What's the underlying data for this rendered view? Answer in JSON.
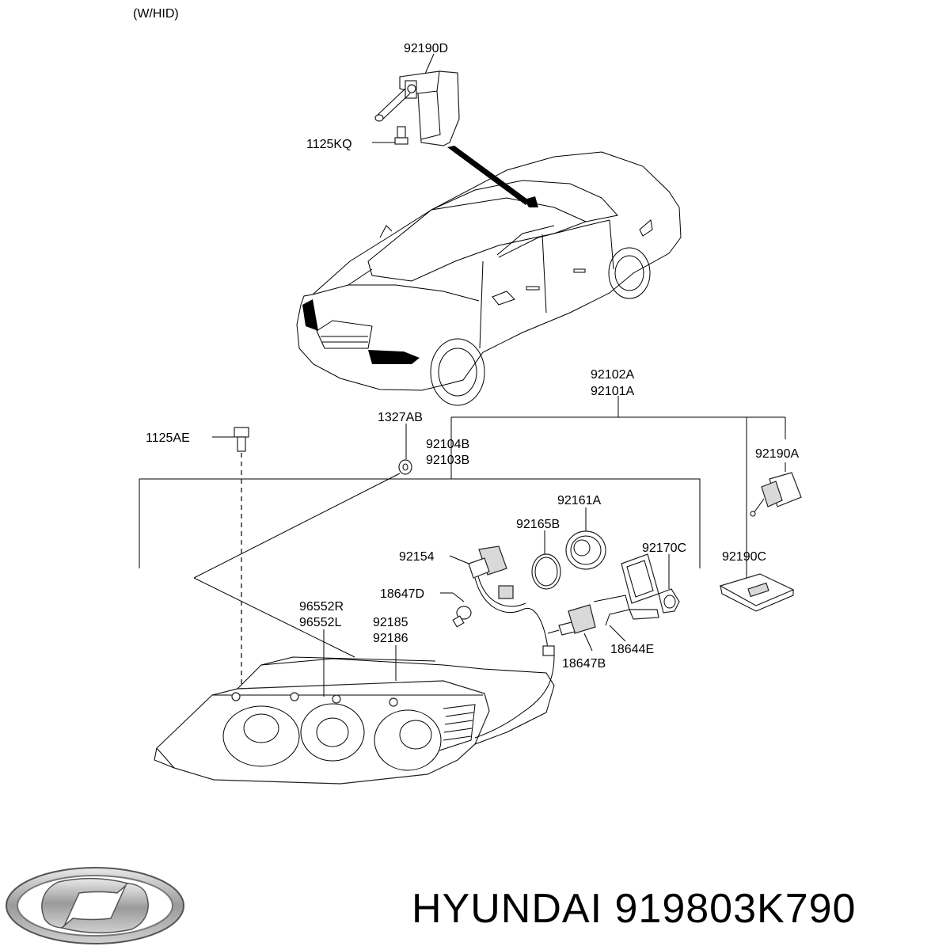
{
  "note": "(W/HID)",
  "labels": {
    "l_92190D": "92190D",
    "l_1125KQ": "1125KQ",
    "l_92102A": "92102A",
    "l_92101A": "92101A",
    "l_1327AB": "1327AB",
    "l_1125AE": "1125AE",
    "l_92104B": "92104B",
    "l_92103B": "92103B",
    "l_92190A": "92190A",
    "l_92161A": "92161A",
    "l_92165B": "92165B",
    "l_92154": "92154",
    "l_92170C": "92170C",
    "l_92190C": "92190C",
    "l_18647D": "18647D",
    "l_96552R": "96552R",
    "l_96552L": "96552L",
    "l_92185": "92185",
    "l_92186": "92186",
    "l_18644E": "18644E",
    "l_18647B": "18647B"
  },
  "footer": {
    "brand": "HYUNDAI",
    "part_number": "919803K790",
    "logo_icon": "hyundai-logo-icon"
  }
}
